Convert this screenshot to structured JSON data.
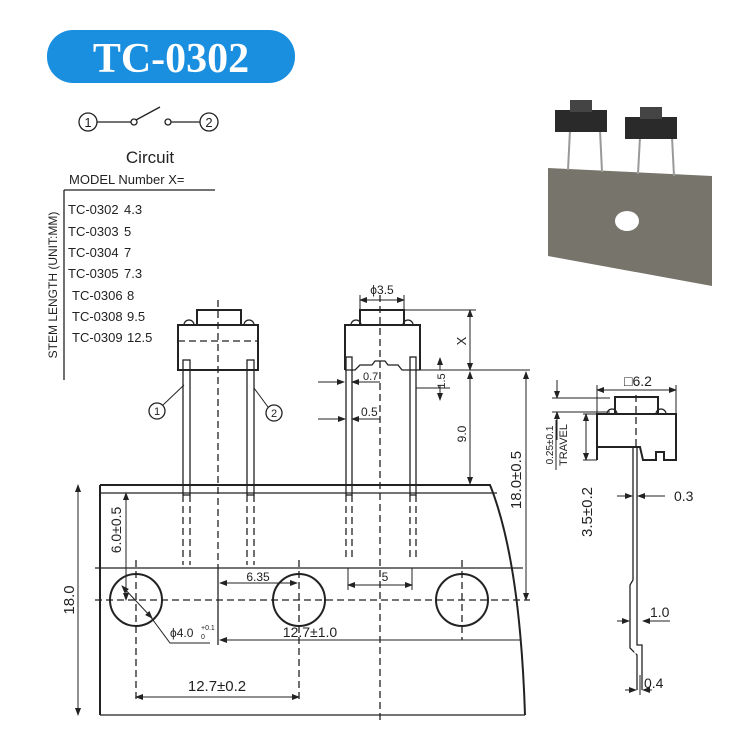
{
  "title": "TC-0302",
  "colors": {
    "badge": "#1a8fe0",
    "badge_text": "#ffffff",
    "line": "#222222",
    "tape": "#77746b"
  },
  "circuit": {
    "pin1": "1",
    "pin2": "2",
    "label": "Circuit"
  },
  "model_table": {
    "header": "MODEL Number X=",
    "axis_label": "STEM LENGTH (UNIT:MM)",
    "rows": [
      {
        "model": "TC-0302",
        "x": "4.3"
      },
      {
        "model": "TC-0303",
        "x": "5"
      },
      {
        "model": "TC-0304",
        "x": "7"
      },
      {
        "model": "TC-0305",
        "x": "7.3"
      },
      {
        "model": "TC-0306",
        "x": "8"
      },
      {
        "model": "TC-0308",
        "x": "9.5"
      },
      {
        "model": "TC-0309",
        "x": "12.5"
      }
    ]
  },
  "front_view": {
    "pin1": "1",
    "pin2": "2"
  },
  "side_view": {
    "button_dia": "ϕ3.5",
    "stem": "X",
    "standoff": "1.5",
    "pin_width_top": "0.7",
    "pin_width": "0.5",
    "pin_length": "9.0",
    "total_height": "18.0±0.5",
    "pin_pitch": "5"
  },
  "tape": {
    "pin_to_hole": "6.0±0.5",
    "tape_width": "18.0",
    "offset": "6.35",
    "pitch_comp": "12.7±1.0",
    "hole_pitch": "12.7±0.2",
    "hole_dia": "ϕ4.0",
    "hole_tol_plus": "+0.1",
    "hole_tol_minus": "0"
  },
  "right_view": {
    "body_size": "□6.2",
    "travel_value": "0.25±0.1",
    "travel_label": "TRAVEL",
    "body_height": "3.5±0.2",
    "lead_thickness": "0.3",
    "bend_width": "1.0",
    "tape_thickness": "0.4"
  }
}
